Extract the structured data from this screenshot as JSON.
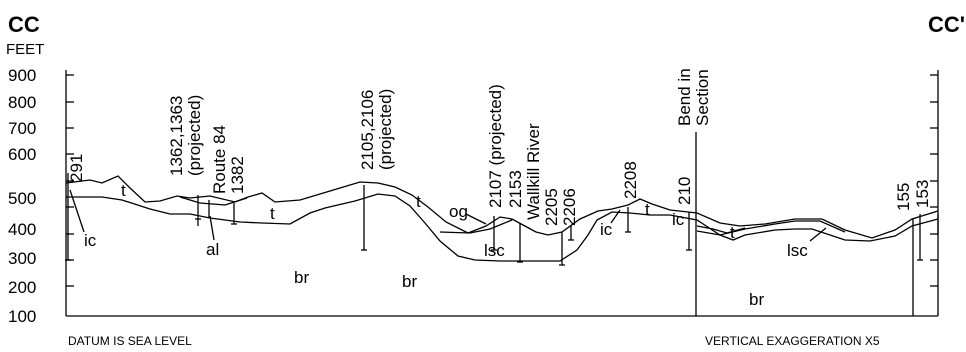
{
  "section": {
    "left_label": "CC",
    "right_label": "CC'",
    "axis_unit": "FEET",
    "y_ticks": [
      "900",
      "800",
      "700",
      "600",
      "500",
      "400",
      "300",
      "200",
      "100"
    ],
    "footer_left": "DATUM IS SEA LEVEL",
    "footer_right": "VERTICAL EXAGGERATION X5",
    "bend": [
      "Bend in",
      "Section"
    ],
    "wells": {
      "w291": "291",
      "w1362": [
        "1362,1363",
        "(projected)"
      ],
      "route84": "Route 84",
      "w1382": "1382",
      "w2105": [
        "2105,2106",
        "(projected)"
      ],
      "w2107": "2107 (projected)",
      "w2153": "2153",
      "wallkill": "Wallkill River",
      "w2205": "2205",
      "w2206": "2206",
      "w2208": "2208",
      "w210": "210",
      "w155": "155",
      "w153": "153"
    },
    "units": {
      "ic": "ic",
      "t": "t",
      "al": "al",
      "br": "br",
      "og": "og",
      "lsc": "lsc"
    }
  }
}
